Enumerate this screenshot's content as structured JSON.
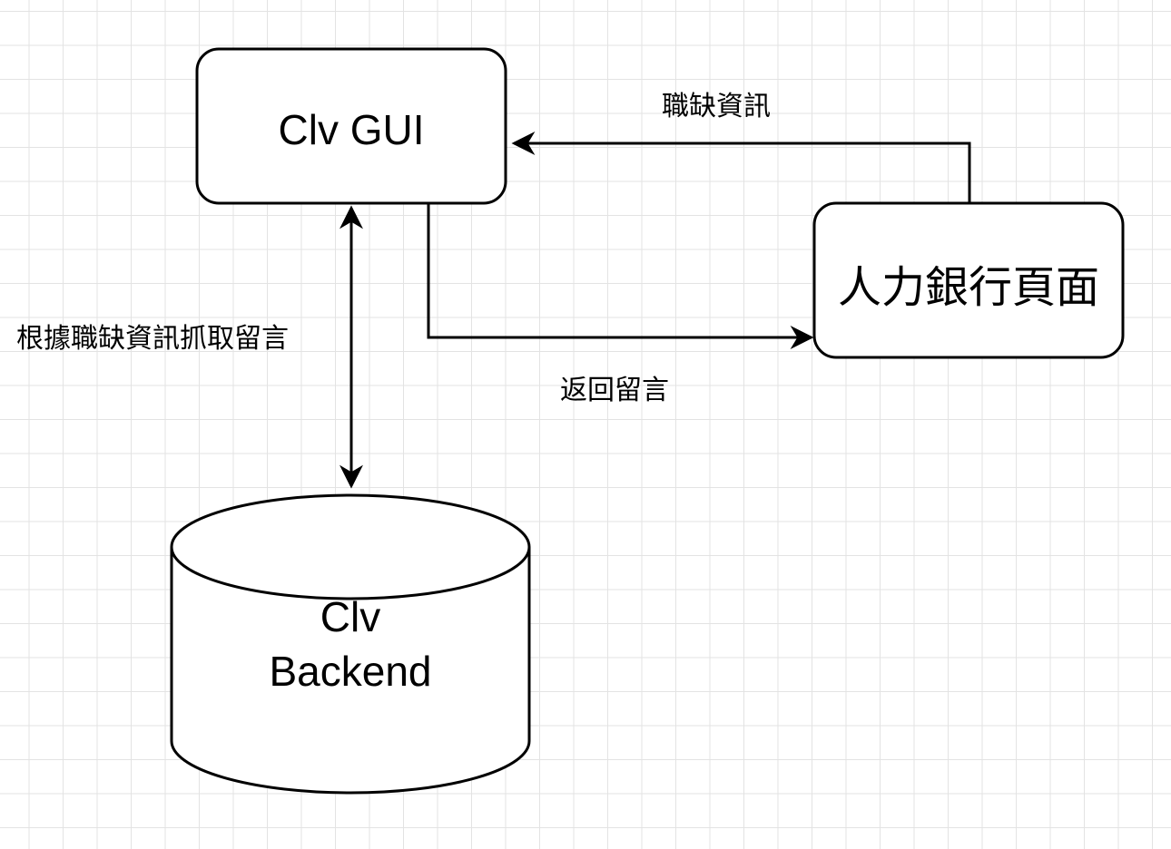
{
  "nodes": {
    "gui": {
      "label": "Clv GUI"
    },
    "hrbank": {
      "label": "人力銀行頁面"
    },
    "backend": {
      "label_line1": "Clv",
      "label_line2": "Backend"
    }
  },
  "edges": {
    "job_info": {
      "label": "職缺資訊"
    },
    "return_comments": {
      "label": "返回留言"
    },
    "fetch_comments": {
      "label": "根據職缺資訊抓取留言"
    }
  },
  "colors": {
    "stroke": "#000000",
    "fill": "#ffffff",
    "grid": "#e3e3e3"
  }
}
